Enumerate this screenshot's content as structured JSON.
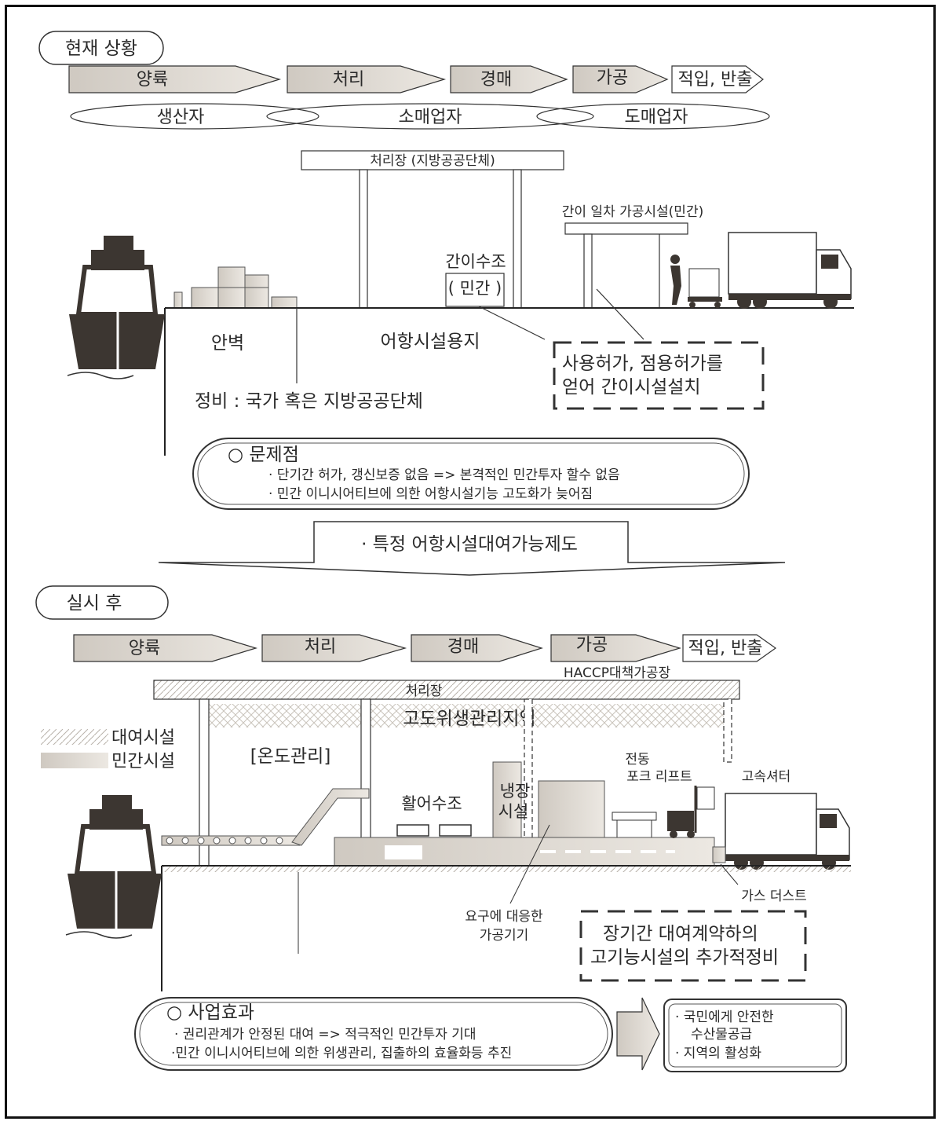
{
  "current": {
    "badge": "현재 상황",
    "flow": [
      "양륙",
      "처리",
      "경매",
      "가공",
      "적입, 반출"
    ],
    "roles": [
      "생산자",
      "소매업자",
      "도매업자"
    ],
    "processing_hall": "처리장 (지방공공단체)",
    "simple_processing": "간이 일차 가공시설(민간)",
    "simple_tank": "간이수조",
    "simple_tank_owner": "( 민간 )",
    "quay": "안벽",
    "port_land": "어항시설용지",
    "maintenance": "정비 : 국가 혹은 지방공공단체",
    "permit_line1": "사용허가, 점용허가를",
    "permit_line2": "얻어 간이시설설치",
    "problems_title": "○ 문제점",
    "problems": [
      "· 단기간 허가, 갱신보증 없음 => 본격적인 민간투자 할수 없음",
      "· 민간 이니시어티브에 의한 어항시설기능 고도화가 늦어짐"
    ]
  },
  "transition": "· 특정 어항시설대여가능제도",
  "after": {
    "badge": "실시 후",
    "flow": [
      "양륙",
      "처리",
      "경매",
      "가공",
      "적입, 반출"
    ],
    "haccp": "HACCP대책가공장",
    "processing_hall": "처리장",
    "hygiene_zone": "고도위생관리지역",
    "legend_lease": "대여시설",
    "legend_private": "민간시설",
    "temperature": "[온도관리]",
    "live_tank": "활어수조",
    "cold_line1": "냉장",
    "cold_line2": "시설",
    "forklift_line1": "전동",
    "forklift_line2": "포크 리프트",
    "shutter": "고속셔터",
    "gas_dust": "가스 더스트",
    "equipment_line1": "요구에 대응한",
    "equipment_line2": "가공기기",
    "lease_line1": "장기간 대여계약하의",
    "lease_line2": "고기능시설의 추가적정비",
    "effects_title": "○ 사업효과",
    "effects": [
      "· 권리관계가 안정된 대여 => 적극적인 민간투자 기대",
      "·민간 이니시어티브에 의한 위생관리, 집출하의 효율화등 추진"
    ],
    "results": [
      "· 국민에게 안전한",
      "수산물공급",
      "· 지역의 활성화"
    ]
  },
  "colors": {
    "ink": "#2a2a2a",
    "shade": "#d9d4cc",
    "ship": "#3c3631",
    "hatch": "#b8b2aa"
  }
}
